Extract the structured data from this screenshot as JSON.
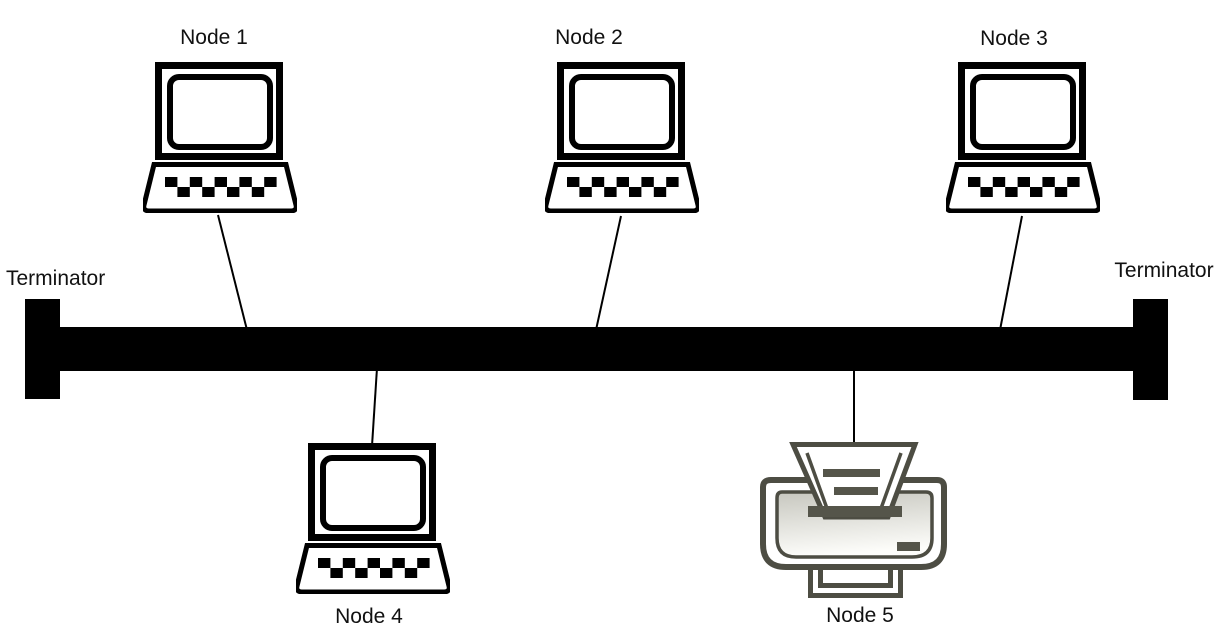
{
  "diagram": {
    "nodes": [
      {
        "label": "Node 1",
        "type": "laptop",
        "icon": "laptop-icon"
      },
      {
        "label": "Node 2",
        "type": "laptop",
        "icon": "laptop-icon"
      },
      {
        "label": "Node 3",
        "type": "laptop",
        "icon": "laptop-icon"
      },
      {
        "label": "Node 4",
        "type": "laptop",
        "icon": "laptop-icon"
      },
      {
        "label": "Node 5",
        "type": "printer",
        "icon": "printer-icon"
      }
    ],
    "terminators": {
      "left": {
        "label": "Terminator"
      },
      "right": {
        "label": "Terminator"
      }
    },
    "colors": {
      "background": "#ffffff",
      "bus": "#000000",
      "terminator": "#000000",
      "connection_line": "#000000",
      "laptop_outline": "#000000",
      "printer_outline": "#4d4d43",
      "printer_bar": "#55554a",
      "text": "#111111"
    }
  }
}
